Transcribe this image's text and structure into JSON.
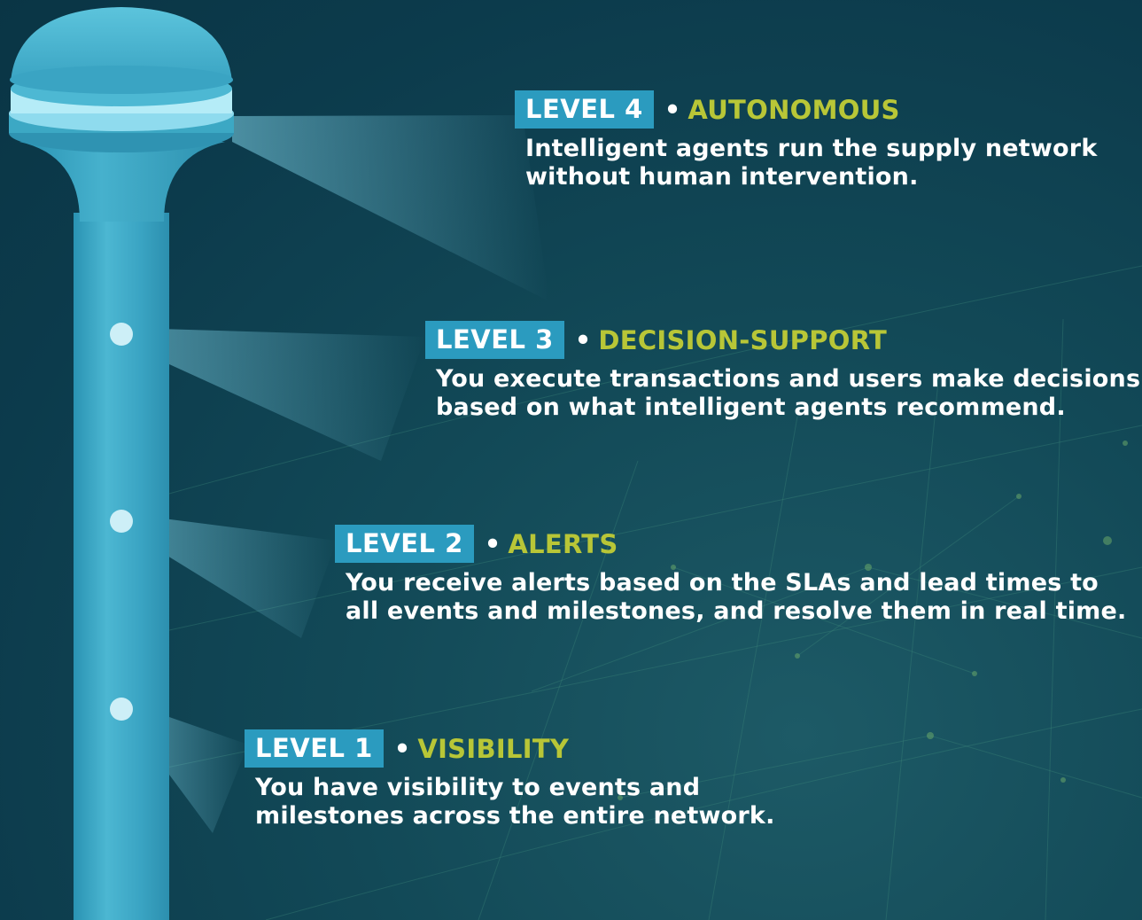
{
  "levels": [
    {
      "badge": "LEVEL 4",
      "bullet": "•",
      "name": "AUTONOMOUS",
      "description_lines": [
        "Intelligent agents run the supply network",
        "without human intervention."
      ]
    },
    {
      "badge": "LEVEL 3",
      "bullet": "•",
      "name": "DECISION-SUPPORT",
      "description_lines": [
        "You execute transactions and users make decisions",
        "based on what intelligent agents recommend."
      ]
    },
    {
      "badge": "LEVEL 2",
      "bullet": "•",
      "name": "ALERTS",
      "description_lines": [
        "You receive alerts based on the SLAs and lead times to",
        "all events and milestones, and resolve them in real time."
      ]
    },
    {
      "badge": "LEVEL 1",
      "bullet": "•",
      "name": "VISIBILITY",
      "description_lines": [
        "You have visibility to events and",
        "milestones across the entire network."
      ]
    }
  ],
  "colors": {
    "background": "#0c3b4c",
    "badge": "#2b9bbf",
    "level_name": "#b8c637",
    "text": "#ffffff",
    "tower": "#3aa9c6"
  }
}
